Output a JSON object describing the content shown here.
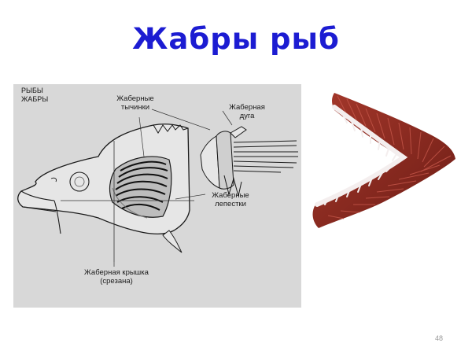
{
  "title": "Жабры рыб",
  "figure": {
    "corner_label_line1": "РЫБЫ",
    "corner_label_line2": "ЖАБРЫ",
    "labels": {
      "rakers_1": "Жаберные",
      "rakers_2": "тычинки",
      "arch_1": "Жаберная",
      "arch_2": "дуга",
      "filaments_1": "Жаберные",
      "filaments_2": "лепестки",
      "cover_1": "Жаберная крышка",
      "cover_2": "(срезана)"
    }
  },
  "page_number": "48",
  "colors": {
    "title": "#1c1cd2",
    "panel": "#d8d8d8",
    "gill_red": "#8e2a20"
  }
}
